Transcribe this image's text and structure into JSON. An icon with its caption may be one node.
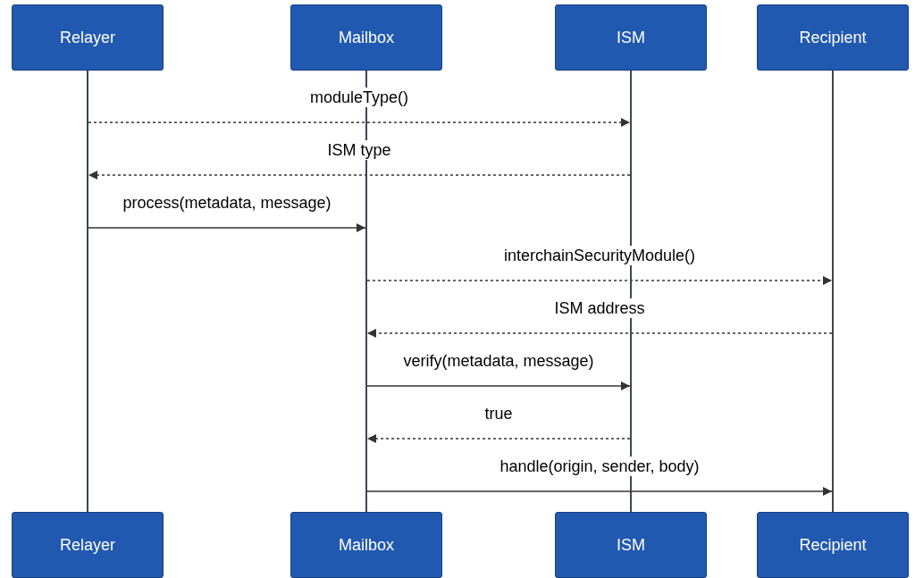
{
  "diagram": {
    "nodes": [
      {
        "text": [
          "Relayer"
        ]
      },
      {
        "text": [
          "Mailbox"
        ]
      },
      {
        "text": [
          "ISM"
        ]
      },
      {
        "text": [
          "Recipient"
        ]
      },
      {
        "text": [],
        "shape": "bar"
      },
      {
        "text": [],
        "shape": "bar"
      },
      {
        "text": [],
        "shape": "bar"
      },
      {
        "text": [],
        "shape": "bar"
      },
      {
        "text": [
          "Relayer"
        ]
      },
      {
        "text": [
          "Mailbox"
        ]
      },
      {
        "text": [
          "ISM"
        ]
      },
      {
        "text": [
          "Recipient"
        ]
      }
    ],
    "edges": [
      {
        "from": 4,
        "to": 6,
        "arrow": "to",
        "label": "moduleType()",
        "style": "dashed"
      },
      {
        "from": 6,
        "to": 4,
        "arrow": "to",
        "label": "ISM type",
        "style": "dashed"
      },
      {
        "from": 4,
        "to": 5,
        "arrow": "to",
        "label": "process(metadata, message)"
      },
      {
        "from": 5,
        "to": 7,
        "arrow": "to",
        "label": "interchainSecurityModule()",
        "style": "dashed"
      },
      {
        "from": 7,
        "to": 5,
        "arrow": "to",
        "label": "ISM address",
        "style": "dashed"
      },
      {
        "from": 5,
        "to": 6,
        "arrow": "to",
        "label": "verify(metadata, message)"
      },
      {
        "from": 6,
        "to": 5,
        "arrow": "to",
        "label": "true",
        "style": "dashed"
      },
      {
        "from": 5,
        "to": 7,
        "arrow": "to",
        "label": "handle(origin, sender, body)"
      }
    ]
  }
}
